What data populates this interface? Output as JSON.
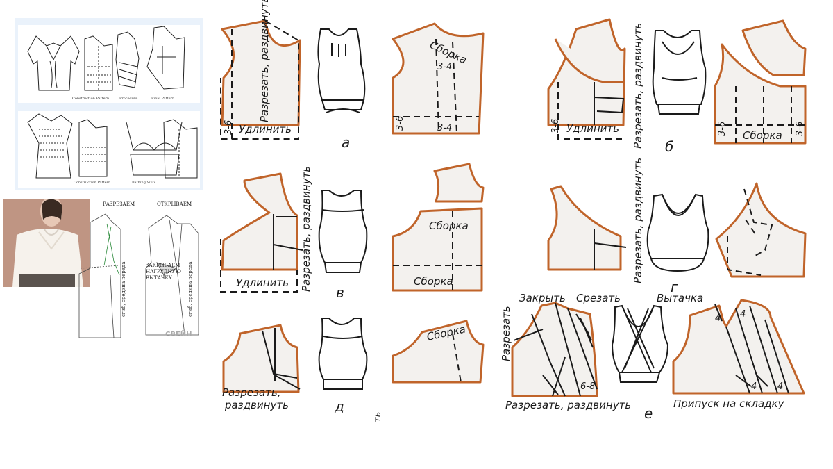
{
  "left_panel": {
    "top_captions": [
      "Construction Pattern",
      "Procedure",
      "Final Pattern"
    ],
    "bottom_captions": [
      "Construction Pattern",
      "Bathing Suits"
    ],
    "photo_labels": {
      "cut": "РАЗРЕЗАЕМ",
      "open": "ОТКРЫВАЕМ",
      "close_dart": "ЗАКРЫВАЕМ НАГРУДНУЮ ВЫТАЧКУ",
      "center_front": "сгиб, средина переда",
      "watermark": "СВЕЙН"
    }
  },
  "panels": {
    "a": {
      "letter": "а",
      "cut": "Разрезать, раздвинуть",
      "lengthen": "Удлинить",
      "gather": "Сборка",
      "m1": "3-6",
      "m2": "3-4",
      "m3": "3-4",
      "m4": "3-6"
    },
    "b": {
      "letter": "б",
      "cut": "Разрезать, раздвинуть",
      "lengthen": "Удлинить",
      "gather": "Сборка",
      "m1": "3-6",
      "m2": "3-6",
      "m3": "3-6"
    },
    "v": {
      "letter": "в",
      "cut": "Разрезать, раздвинуть",
      "lengthen": "Удлинить",
      "gather_top": "Сборка",
      "gather_bottom": "Сборка"
    },
    "g": {
      "letter": "г",
      "cut": "Разрезать, раздвинуть"
    },
    "d": {
      "letter": "д",
      "cut": "Разрезать, раздвинуть",
      "gather": "Сборка",
      "stray": "ть"
    },
    "e": {
      "letter": "е",
      "close": "Закрыть",
      "trim": "Срезать",
      "cut": "Разрезать",
      "cut_spread": "Разрезать, раздвинуть",
      "measure": "6-8",
      "dart": "Вытачка",
      "fold": "Припуск на складку",
      "n1": "4",
      "n2": "4",
      "n3": "4",
      "n4": "4"
    }
  },
  "colors": {
    "pattern_outline": "#c0642a",
    "pattern_fill": "#f3f1ee",
    "ink": "#1a1a1a",
    "left_bg": "#eaf2fb"
  }
}
